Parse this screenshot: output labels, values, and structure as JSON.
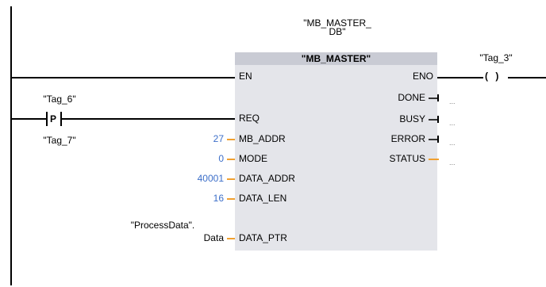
{
  "instance": {
    "line1": "\"MB_MASTER_",
    "line2": "DB\""
  },
  "block": {
    "name": "\"MB_MASTER\"",
    "inputs": {
      "en": "EN",
      "req": "REQ",
      "mb_addr": "MB_ADDR",
      "mode": "MODE",
      "data_addr": "DATA_ADDR",
      "data_len": "DATA_LEN",
      "data_ptr": "DATA_PTR"
    },
    "outputs": {
      "eno": "ENO",
      "done": "DONE",
      "busy": "BUSY",
      "error": "ERROR",
      "status": "STATUS"
    }
  },
  "params": {
    "mb_addr": "27",
    "mode": "0",
    "data_addr": "40001",
    "data_len": "16",
    "data_ptr_line1": "\"ProcessData\".",
    "data_ptr_line2": "Data"
  },
  "contact": {
    "tag_above": "\"Tag_6\"",
    "symbol": "P",
    "tag_below": "\"Tag_7\""
  },
  "coil": {
    "tag": "\"Tag_3\"",
    "symbol": "( )"
  },
  "unconnected": "...",
  "colors": {
    "param_blue": "#3d6fc9",
    "wire_orange": "#f0a030",
    "block_bg": "#e4e5ea",
    "block_header": "#c9cbd4"
  }
}
